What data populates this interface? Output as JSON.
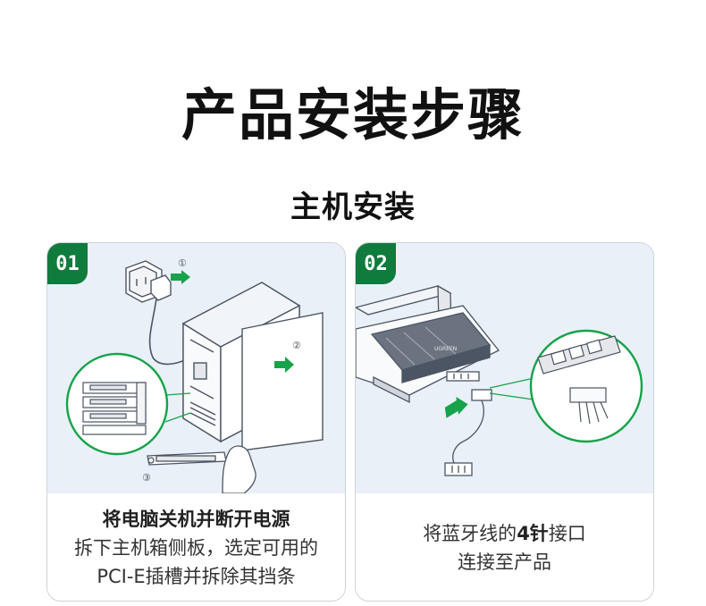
{
  "page": {
    "title": "产品安装步骤",
    "section": "主机安装"
  },
  "steps": [
    {
      "badge": "01",
      "markers": [
        "①",
        "②",
        "③"
      ],
      "heading": "将电脑关机并断开电源",
      "lines": [
        "拆下主机箱侧板，选定可用的",
        "PCI-E插槽并拆除其挡条"
      ]
    },
    {
      "badge": "02",
      "card_logo": "UGREEN",
      "line1_pre": "将蓝牙线的",
      "line1_bold": "4针",
      "line1_post": "接口",
      "line2": "连接至产品"
    }
  ],
  "colors": {
    "accent_green": "#0f7b3c",
    "arrow_green": "#16a34a",
    "illustration_bg": "#e9f0f8"
  }
}
